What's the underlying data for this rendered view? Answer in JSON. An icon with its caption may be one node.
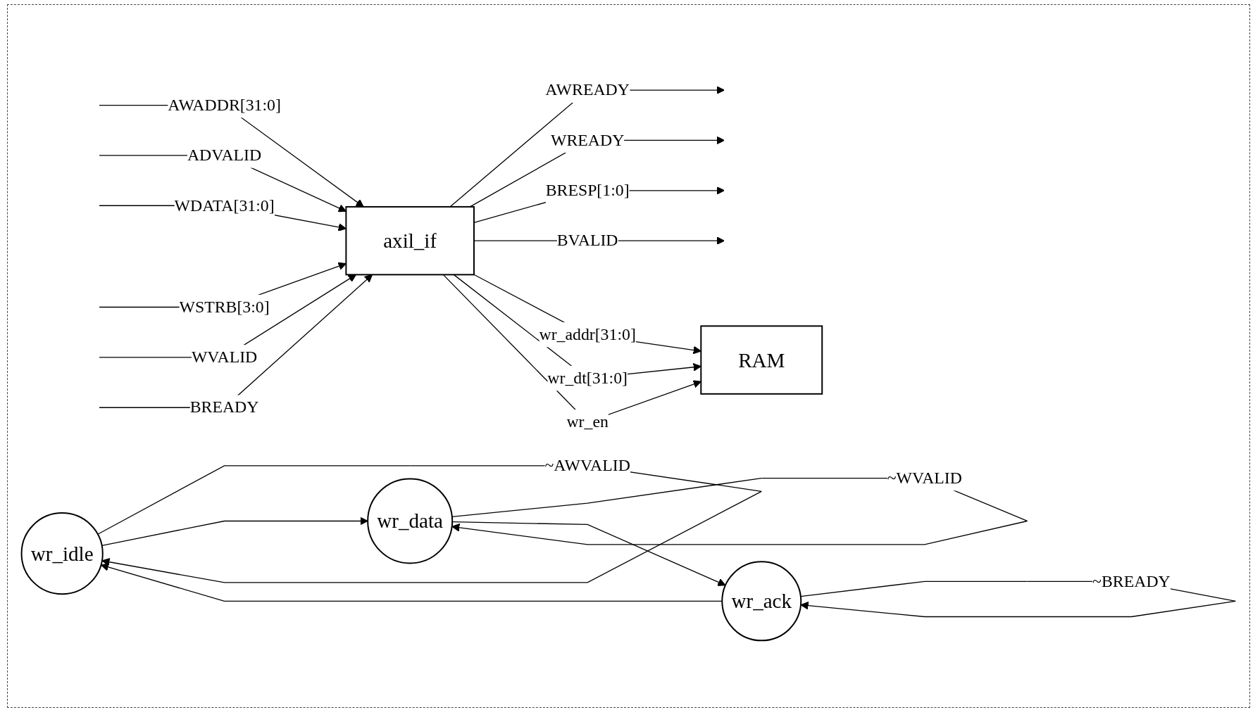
{
  "diagram": {
    "nodes": [
      {
        "text": [
          "axil_if"
        ]
      },
      {
        "text": [
          "RAM"
        ]
      },
      {
        "text": [
          "wr_idle"
        ]
      },
      {
        "text": [
          "wr_data"
        ]
      },
      {
        "text": [
          "wr_ack"
        ]
      }
    ],
    "edges": [
      {
        "from": null,
        "to": 0,
        "arrow": "to",
        "label": "AWADDR[31:0]"
      },
      {
        "from": null,
        "to": 0,
        "arrow": "to",
        "label": "ADVALID"
      },
      {
        "from": 0,
        "to": null,
        "arrow": "to",
        "label": "AWREADY"
      },
      {
        "from": null,
        "to": 0,
        "arrow": "to",
        "label": "WDATA[31:0]"
      },
      {
        "from": null,
        "to": 0,
        "arrow": "to",
        "label": "WSTRB[3:0]"
      },
      {
        "from": null,
        "to": 0,
        "arrow": "to",
        "label": "WVALID"
      },
      {
        "from": 0,
        "to": null,
        "arrow": "to",
        "label": "WREADY"
      },
      {
        "from": 0,
        "to": null,
        "arrow": "to",
        "label": "BRESP[1:0]"
      },
      {
        "from": 0,
        "to": null,
        "arrow": "to",
        "label": "BVALID"
      },
      {
        "from": null,
        "to": 0,
        "arrow": "to",
        "label": "BREADY"
      },
      {
        "from": 0,
        "to": 1,
        "arrow": "to",
        "label": "wr_addr[31:0]"
      },
      {
        "from": 0,
        "to": 1,
        "arrow": "to",
        "label": "wr_dt[31:0]"
      },
      {
        "from": 0,
        "to": 1,
        "arrow": "to",
        "label": "wr_en"
      },
      {
        "from": 2,
        "to": 2,
        "arrow": "to",
        "label": "~AWVALID"
      },
      {
        "from": 2,
        "to": 3,
        "arrow": "to"
      },
      {
        "from": 3,
        "to": 3,
        "arrow": "to",
        "label": "~WVALID"
      },
      {
        "from": 3,
        "to": 4,
        "arrow": "to"
      },
      {
        "from": 4,
        "to": 4,
        "arrow": "to",
        "label": "~BREADY"
      },
      {
        "from": 4,
        "to": 2,
        "arrow": "to"
      }
    ]
  }
}
